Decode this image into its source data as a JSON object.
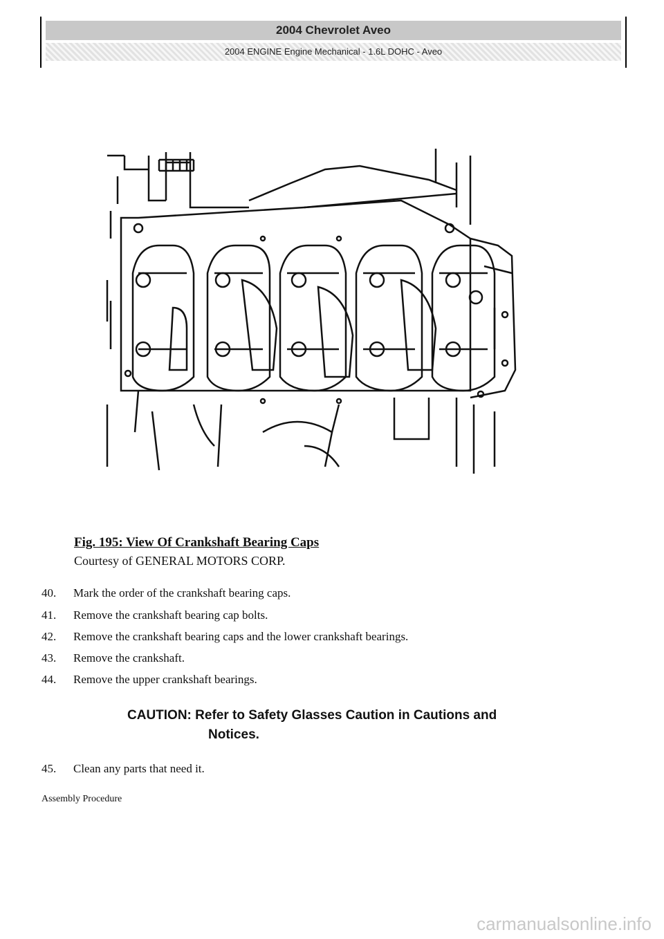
{
  "header": {
    "title": "2004 Chevrolet Aveo",
    "subtitle": "2004 ENGINE Engine Mechanical - 1.6L DOHC - Aveo"
  },
  "figure": {
    "caption": "Fig. 195: View Of Crankshaft Bearing Caps",
    "credit": "Courtesy of GENERAL MOTORS CORP."
  },
  "steps": [
    {
      "num": "40.",
      "text": "Mark the order of the crankshaft bearing caps."
    },
    {
      "num": "41.",
      "text": "Remove the crankshaft bearing cap bolts."
    },
    {
      "num": "42.",
      "text": "Remove the crankshaft bearing caps and the lower crankshaft bearings."
    },
    {
      "num": "43.",
      "text": "Remove the crankshaft."
    },
    {
      "num": "44.",
      "text": "Remove the upper crankshaft bearings."
    }
  ],
  "caution": {
    "line1": "CAUTION: Refer to Safety Glasses Caution in Cautions and",
    "line2": "Notices."
  },
  "final_step": {
    "num": "45.",
    "text": "Clean any parts that need it."
  },
  "subheading": "Assembly Procedure",
  "watermark": "carmanualsonline.info"
}
